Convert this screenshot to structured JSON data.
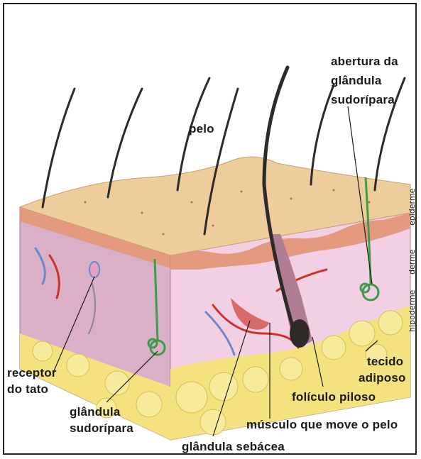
{
  "labels": {
    "pelo": "pelo",
    "abertura_line1": "abertura da",
    "abertura_line2": "glândula",
    "abertura_line3": "sudorípara",
    "receptor_line1": "receptor",
    "receptor_line2": "do tato",
    "glandula_line1": "glândula",
    "glandula_line2": "sudorípara",
    "foliculo": "folículo piloso",
    "musculo": "músculo que move o pelo",
    "sebacea": "glândula sebácea",
    "tecido_line1": "tecido",
    "tecido_line2": "adiposo"
  },
  "layers": {
    "epiderme": "epiderme",
    "derme": "derme",
    "hipoderme": "hipoderme"
  },
  "colors": {
    "surface": "#eccd9b",
    "dermis": "#f3cfe3",
    "epidermis_band": "#e39a7f",
    "fat": "#f4e27f",
    "side": "#d9b0c8",
    "hair": "#2e2a28",
    "sweat_gland": "#3f9a4a",
    "vessel_red": "#c9342d",
    "vessel_blue": "#6f86c9",
    "leader": "#1a1a1a"
  }
}
